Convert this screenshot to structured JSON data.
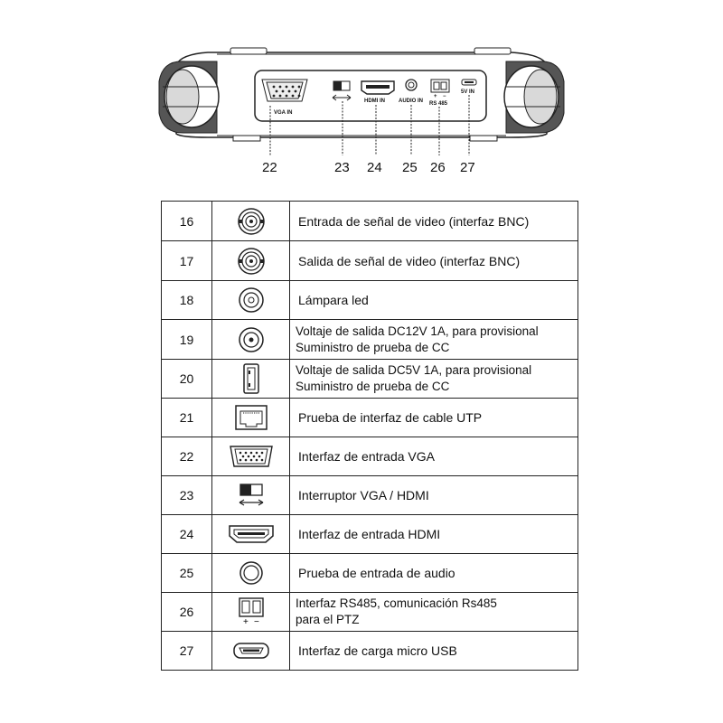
{
  "device": {
    "port_labels": {
      "vga_in": "VGA IN",
      "hdmi_in": "HDMI IN",
      "audio_in": "AUDIO IN",
      "rs485": "RS 485",
      "five_v_in": "5V IN",
      "plus": "+",
      "minus": "−"
    },
    "callouts": [
      "22",
      "23",
      "24",
      "25",
      "26",
      "27"
    ]
  },
  "rows": [
    {
      "num": "16",
      "icon": "bnc-connector-icon",
      "desc": "Entrada de señal de video (interfaz BNC)"
    },
    {
      "num": "17",
      "icon": "bnc-connector-icon",
      "desc": "Salida de señal de video (interfaz BNC)"
    },
    {
      "num": "18",
      "icon": "led-lamp-icon",
      "desc": "Lámpara led"
    },
    {
      "num": "19",
      "icon": "dc-jack-icon",
      "desc_line1": "Voltaje de salida DC12V 1A, para provisional",
      "desc_line2": "Suministro de prueba de CC"
    },
    {
      "num": "20",
      "icon": "usb-port-icon",
      "desc_line1": "Voltaje de salida DC5V 1A, para provisional",
      "desc_line2": "Suministro de prueba de CC"
    },
    {
      "num": "21",
      "icon": "rj45-port-icon",
      "desc": "Prueba de interfaz de cable UTP"
    },
    {
      "num": "22",
      "icon": "vga-port-icon",
      "desc": "Interfaz de entrada VGA"
    },
    {
      "num": "23",
      "icon": "switch-icon",
      "desc": "Interruptor VGA / HDMI"
    },
    {
      "num": "24",
      "icon": "hdmi-port-icon",
      "desc": "Interfaz de entrada HDMI"
    },
    {
      "num": "25",
      "icon": "audio-jack-icon",
      "desc": "Prueba de entrada de audio"
    },
    {
      "num": "26",
      "icon": "rs485-terminal-icon",
      "desc_line1": "Interfaz RS485, comunicación Rs485",
      "desc_line2": "para el PTZ",
      "plus": "+",
      "minus": "−"
    },
    {
      "num": "27",
      "icon": "micro-usb-icon",
      "desc": "Interfaz de carga micro USB"
    }
  ]
}
